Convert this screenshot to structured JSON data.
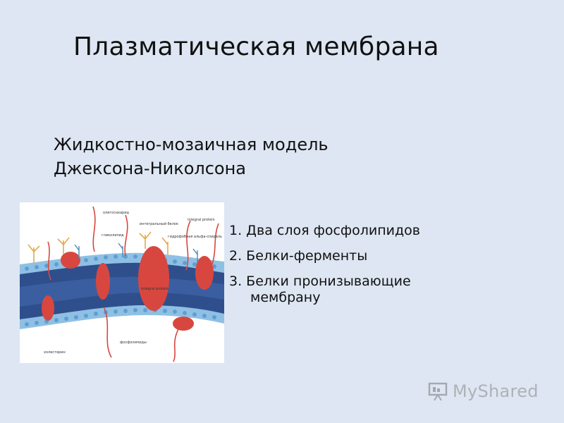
{
  "slide": {
    "title": "Плазматическая мембрана",
    "subtitle_line1": "Жидкостно-мозаичная модель",
    "subtitle_line2": "Джексона-Николсона",
    "points": [
      "1. Два слоя фосфолипидов",
      "2. Белки-ферменты",
      "3. Белки пронизывающие"
    ],
    "point3_continuation": "мембрану"
  },
  "figure": {
    "labels": {
      "oligosaccharide": "олигосахарид",
      "integral_protein_top": "интегральный белок",
      "integral_protein_en": "integral protein",
      "glycolipid": "гликолипид",
      "hydrophobic_helix": "гидрофобная альфа-спираль",
      "integral_protein_mid": "integral protein",
      "phospholipids": "фосфолипиды",
      "cholesterol": "холестерин"
    }
  },
  "watermark": {
    "text": "MyShared",
    "icon": "presentation-board-icon"
  },
  "colors": {
    "background": "#dde6f2",
    "protein": "#d8473f",
    "bilayer_core": "#2f4f8c",
    "heads": "#8fc0e4"
  }
}
